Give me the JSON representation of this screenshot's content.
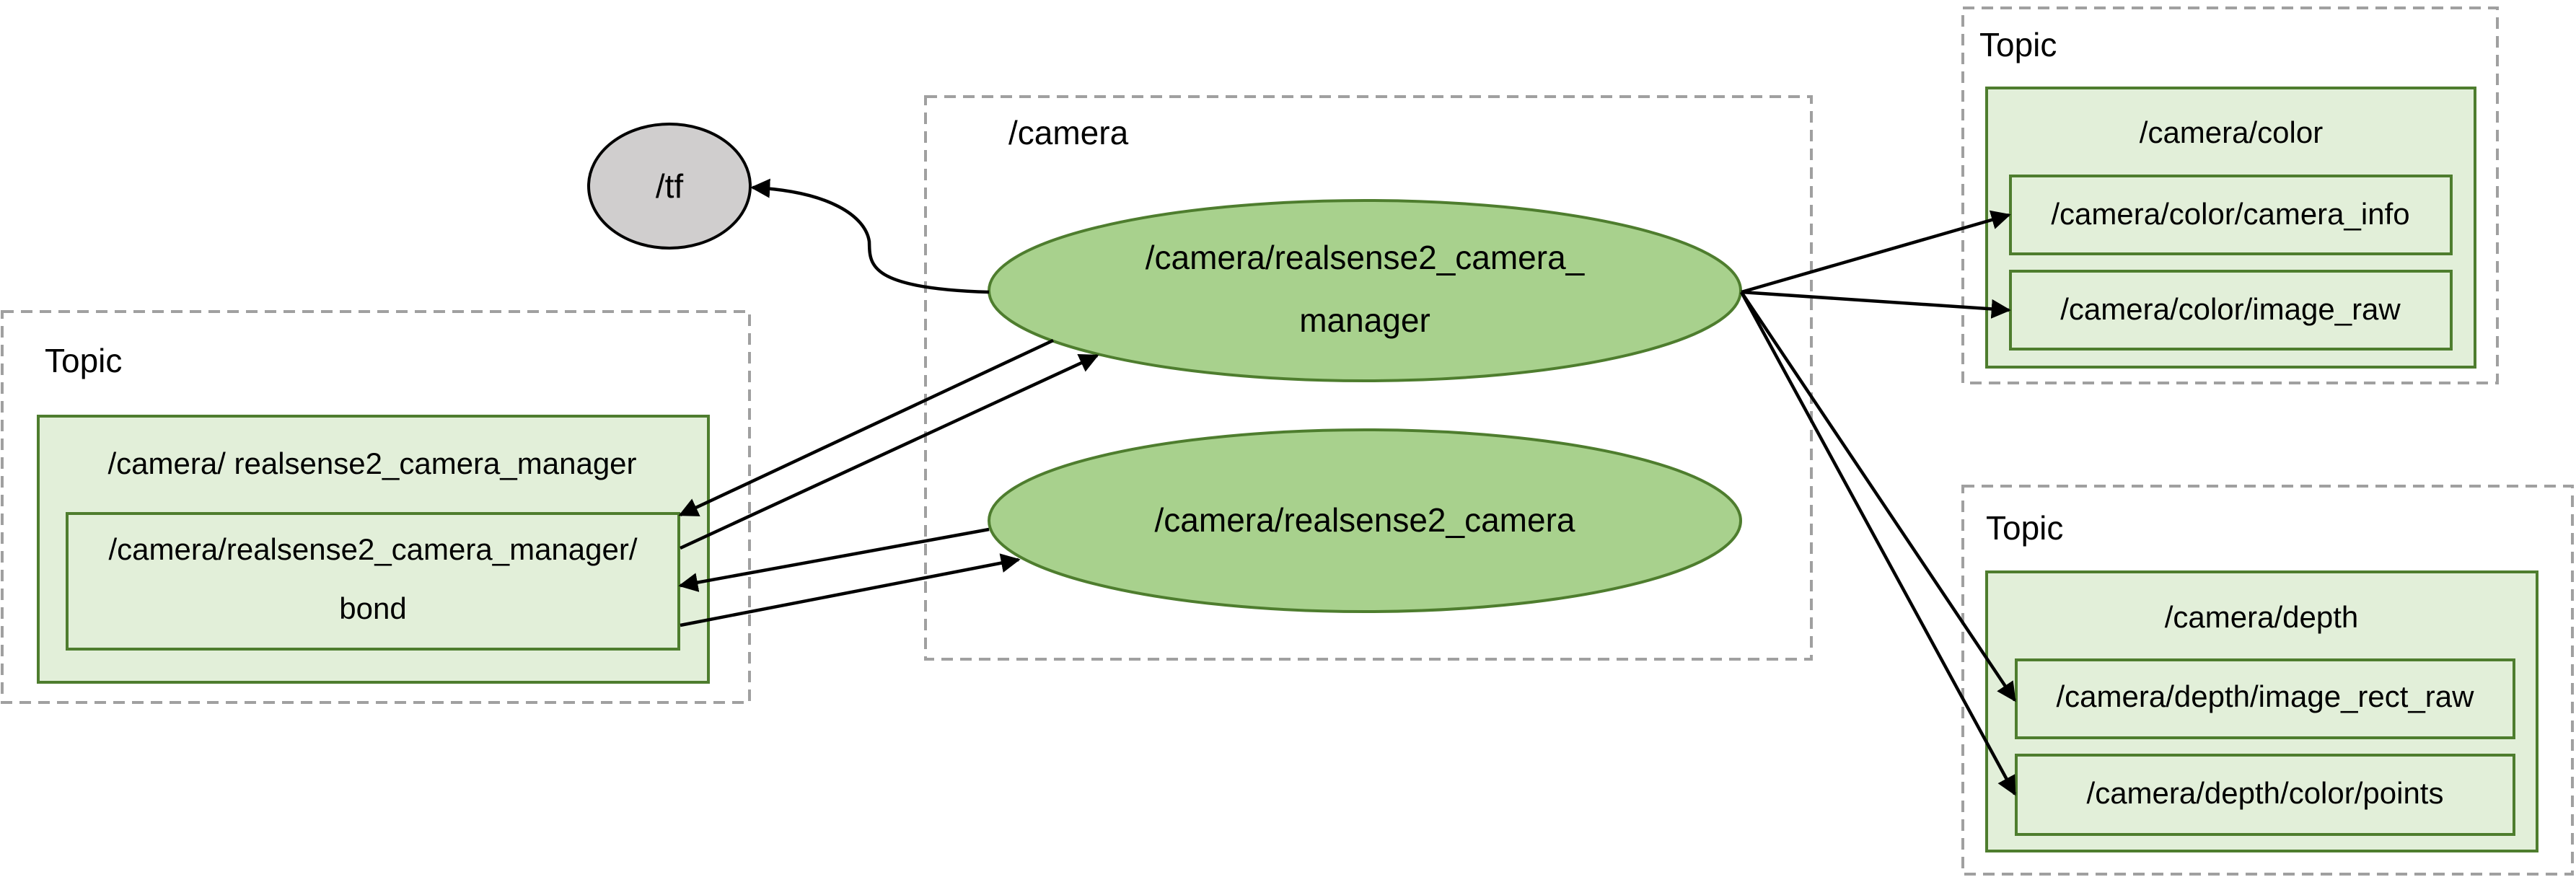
{
  "clusters": {
    "camera_ns": {
      "title": "/camera"
    },
    "topic_left": {
      "title": "Topic"
    },
    "topic_color": {
      "title": "Topic"
    },
    "topic_depth": {
      "title": "Topic"
    }
  },
  "nodes": {
    "tf": {
      "label": "/tf"
    },
    "manager": {
      "line1": "/camera/realsense2_camera_",
      "line2": "manager"
    },
    "realsense": {
      "label": "/camera/realsense2_camera"
    }
  },
  "topics": {
    "manager_group": {
      "title": "/camera/ realsense2_camera_manager"
    },
    "bond": {
      "line1": "/camera/realsense2_camera_manager/",
      "line2": "bond"
    },
    "color_group": {
      "title": "/camera/color"
    },
    "camera_info": {
      "label": "/camera/color/camera_info"
    },
    "image_raw": {
      "label": "/camera/color/image_raw"
    },
    "depth_group": {
      "title": "/camera/depth"
    },
    "image_rect_raw": {
      "label": "/camera/depth/image_rect_raw"
    },
    "points": {
      "label": "/camera/depth/color/points"
    }
  },
  "colors": {
    "node_fill": "#a8d18d",
    "node_stroke": "#4e7d2e",
    "topic_fill": "#e2efd9",
    "tf_fill": "#d0cece",
    "cluster_stroke": "#a0a0a0"
  }
}
